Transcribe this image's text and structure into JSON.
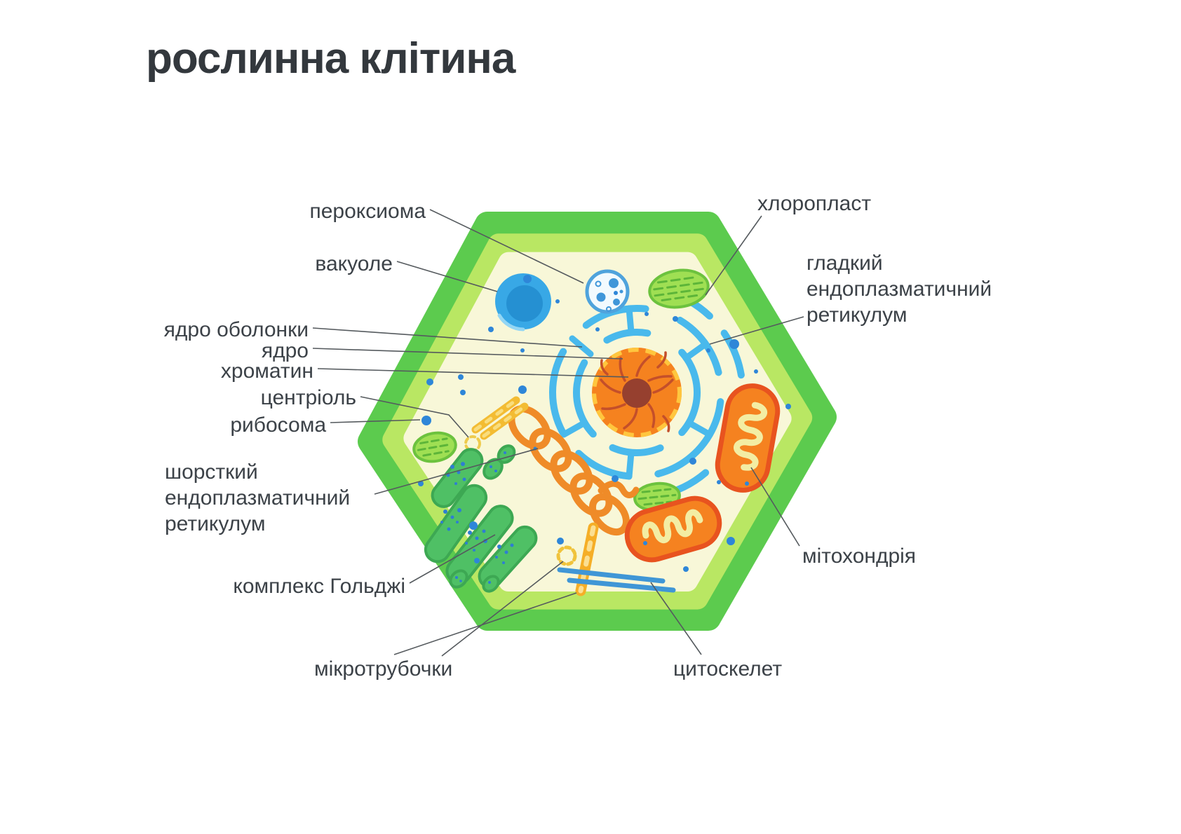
{
  "title": "рослинна клітина",
  "diagram": {
    "type": "plant-cell-anatomy",
    "labels": {
      "peroxisome": "пероксиома",
      "vacuole": "вакуоле",
      "nuclear_envelope": "ядро оболонки",
      "nucleus": "ядро",
      "chromatin": "хроматин",
      "centriole": "центріоль",
      "ribosome": "рибосома",
      "rough_er": "шорсткий\nендоплазматичний\nретикулум",
      "golgi": "комплекс Гольджі",
      "microtubules": "мікротрубочки",
      "chloroplast": "хлоропласт",
      "smooth_er": "гладкий\nендоплазматичний\nретикулум",
      "mitochondria": "мітохондрія",
      "cytoskeleton": "цитоскелет"
    },
    "colors": {
      "cell_wall_outer": "#5ccb4e",
      "cell_wall_inner": "#b9e763",
      "cytoplasm": "#f8f7d8",
      "er_blue": "#49b9ec",
      "nucleus_orange": "#f5821f",
      "nucleus_ring_yellow": "#ffc63e",
      "nucleolus": "#96402f",
      "chromatin_red": "#c44f2a",
      "mitochondria_fill": "#f58220",
      "mitochondria_border": "#e8531f",
      "mitochondria_crista": "#f3eda3",
      "chloroplast_fill": "#9fdf53",
      "chloroplast_stroke": "#6cc23e",
      "golgi_fill": "#4fc065",
      "golgi_stroke": "#3da853",
      "ribosome_blue": "#2e86d8",
      "vacuole_outer": "#38a8e6",
      "vacuole_inner": "#2590d2",
      "centriole_yellow": "#f3bc33",
      "microtubule_yellow": "#f5ae27",
      "cytoskeleton_blue": "#3f96d6",
      "leader_line": "#555a5e",
      "label_text": "#3c4248"
    }
  }
}
